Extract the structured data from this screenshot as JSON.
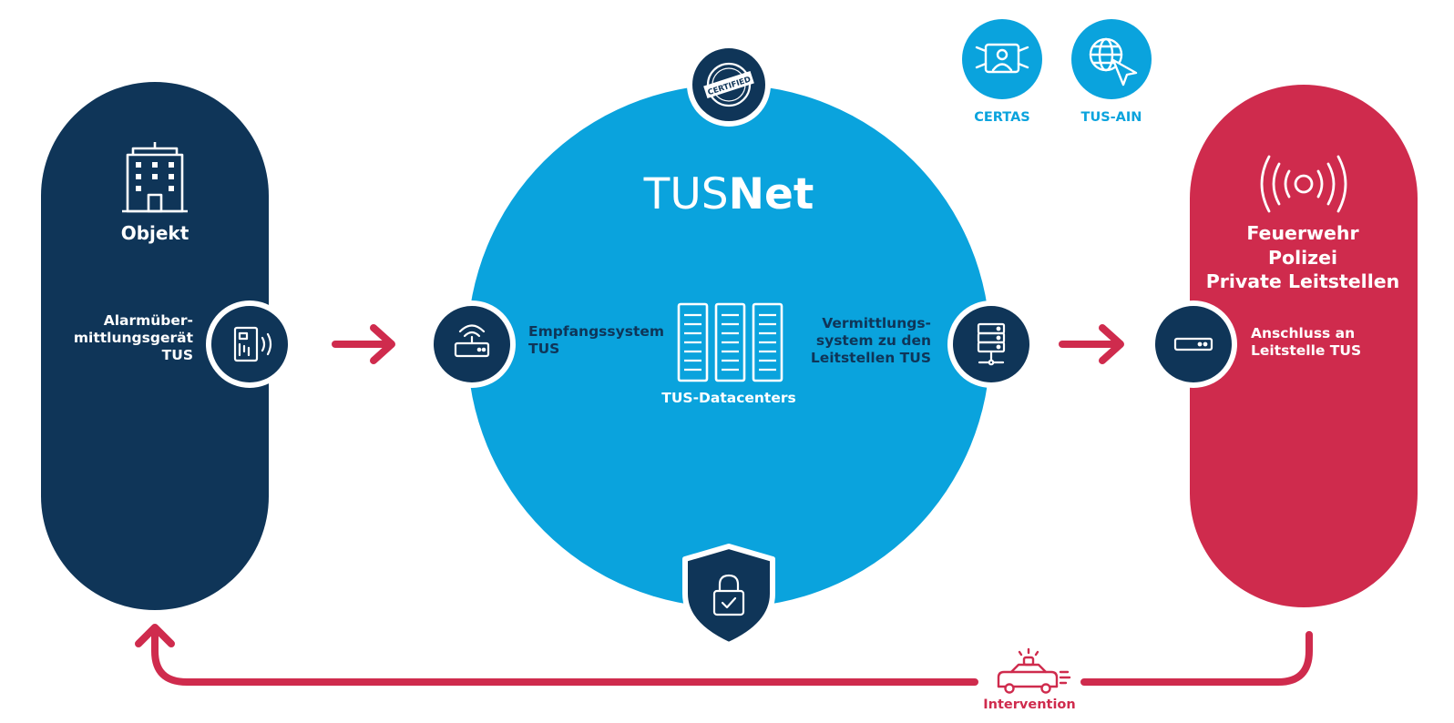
{
  "title": {
    "part1": "TUS",
    "part2": "Net"
  },
  "objekt": {
    "label": "Objekt",
    "device_lines": [
      "Alarmüber-",
      "mittlungsgerät",
      "TUS"
    ]
  },
  "tusnet": {
    "empfang_lines": [
      "Empfangssystem",
      "TUS"
    ],
    "datacenter_label": "TUS-Datacenters",
    "vermittlung_lines": [
      "Vermittlungs-",
      "system zu den",
      "Leitstellen TUS"
    ]
  },
  "partners": {
    "certas": "CERTAS",
    "tus_ain": "TUS-AIN"
  },
  "authorities": {
    "lines": [
      "Feuerwehr",
      "Polizei",
      "Private Leitstellen"
    ],
    "connection_lines": [
      "Anschluss an",
      "Leitstelle TUS"
    ]
  },
  "intervention": {
    "label": "Intervention"
  },
  "colors": {
    "navy": "#0f3558",
    "cyan": "#0aa3dd",
    "red": "#cf2b4d",
    "white": "#ffffff"
  },
  "icons": [
    "building-icon",
    "alarm-device-icon",
    "router-icon",
    "certified-stamp-icon",
    "server-racks-icon",
    "server-icon",
    "shield-lock-icon",
    "surveillance-icon",
    "globe-cursor-icon",
    "alarm-signal-icon",
    "connector-device-icon",
    "police-car-icon"
  ]
}
